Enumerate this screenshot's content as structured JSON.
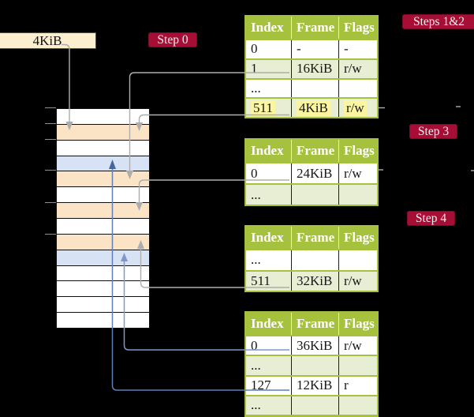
{
  "legend_box": {
    "label": "4KiB"
  },
  "badges": [
    {
      "id": "step0",
      "label": "Step 0"
    },
    {
      "id": "steps12",
      "label": "Steps 1&2"
    },
    {
      "id": "step3",
      "label": "Step 3"
    },
    {
      "id": "step4",
      "label": "Step 4"
    }
  ],
  "columns": [
    "Index",
    "Frame",
    "Flags"
  ],
  "tables": [
    {
      "name": "steps12-table",
      "rows": [
        {
          "cells": [
            "0",
            "-",
            "-"
          ],
          "shade": false,
          "highlight": false
        },
        {
          "cells": [
            "1",
            "16KiB",
            "r/w"
          ],
          "shade": true,
          "highlight": false
        },
        {
          "cells": [
            "...",
            "",
            ""
          ],
          "shade": false,
          "highlight": false
        },
        {
          "cells": [
            "511",
            "4KiB",
            "r/w"
          ],
          "shade": true,
          "highlight": true
        }
      ]
    },
    {
      "name": "step3-table",
      "rows": [
        {
          "cells": [
            "0",
            "24KiB",
            "r/w"
          ],
          "shade": false,
          "highlight": false
        },
        {
          "cells": [
            "...",
            "",
            ""
          ],
          "shade": true,
          "highlight": false
        }
      ]
    },
    {
      "name": "step4-table",
      "rows": [
        {
          "cells": [
            "...",
            "",
            ""
          ],
          "shade": false,
          "highlight": false
        },
        {
          "cells": [
            "511",
            "32KiB",
            "r/w"
          ],
          "shade": true,
          "highlight": false
        }
      ]
    },
    {
      "name": "bottom-table",
      "rows": [
        {
          "cells": [
            "0",
            "36KiB",
            "r/w"
          ],
          "shade": false,
          "highlight": false
        },
        {
          "cells": [
            "...",
            "",
            ""
          ],
          "shade": true,
          "highlight": false
        },
        {
          "cells": [
            "127",
            "12KiB",
            "r"
          ],
          "shade": false,
          "highlight": false
        },
        {
          "cells": [
            "...",
            "",
            ""
          ],
          "shade": true,
          "highlight": false
        }
      ]
    }
  ],
  "memory": {
    "rows": [
      "white",
      "peach",
      "white",
      "blue",
      "peach",
      "white",
      "peach",
      "white",
      "peach",
      "blue",
      "white",
      "white",
      "white",
      "white"
    ]
  },
  "colors": {
    "canvas_bg": "#000000",
    "table_green": "#A5C13D",
    "row_green": "#E8EED3",
    "highlight_yellow": "#FBF4A0",
    "peach": "#FBE4C6",
    "blue": "#D7E3F5",
    "white": "#FFFFFF",
    "badge_red": "#A60E36",
    "badge_text": "#F5EDEF",
    "box_cream": "#FBEFD0",
    "gray_line": "#ADADAD",
    "blue_line": "#7E99C8",
    "blue_line_dark": "#5E7FB8"
  }
}
